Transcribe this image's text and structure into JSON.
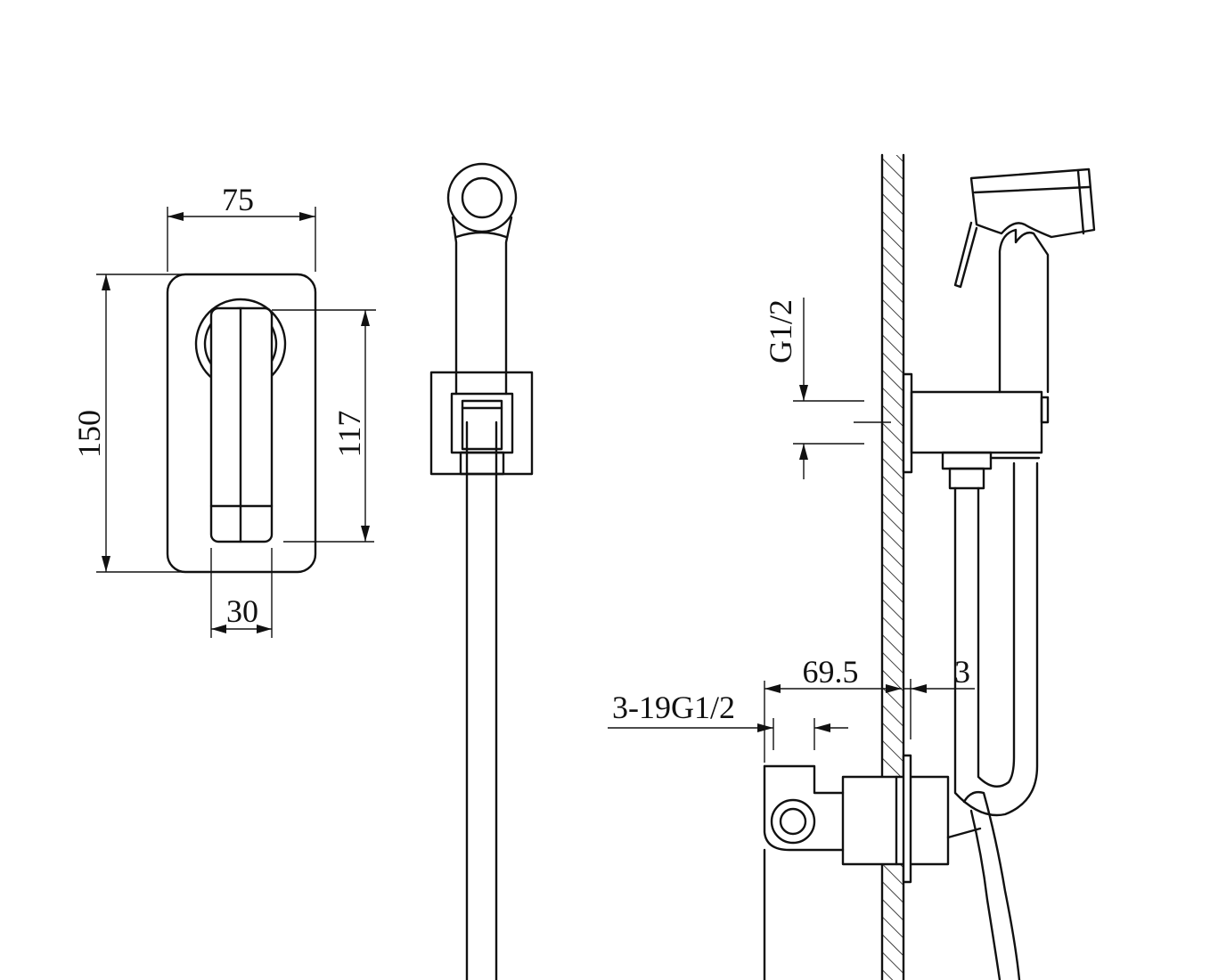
{
  "dimensions": {
    "width": "75",
    "height": "150",
    "handle_height": "117",
    "handle_width": "30",
    "thread_top": "G1/2",
    "offset": "69.5",
    "gap": "3",
    "thread_inlet": "3-19G1/2"
  },
  "colors": {
    "line": "#111111",
    "background": "#ffffff"
  }
}
